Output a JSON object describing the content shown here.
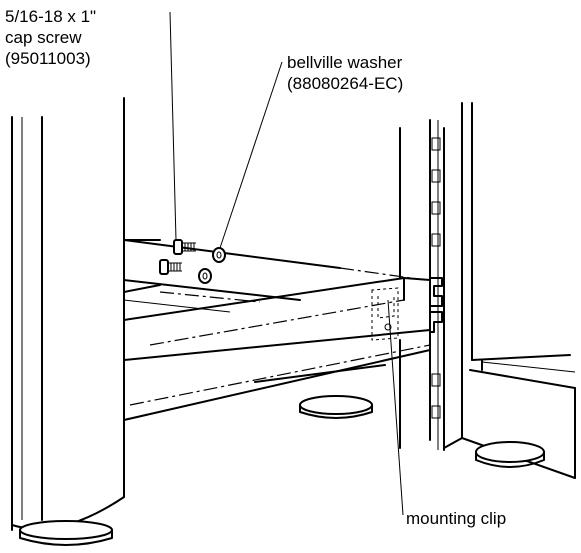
{
  "labels": {
    "cap_screw": [
      "5/16-18 x 1\"",
      "cap screw",
      "(95011003)"
    ],
    "washer": [
      "bellville washer",
      "(88080264-EC)"
    ],
    "clip": "mounting clip"
  },
  "colors": {
    "line": "#000000",
    "background": "#ffffff"
  }
}
